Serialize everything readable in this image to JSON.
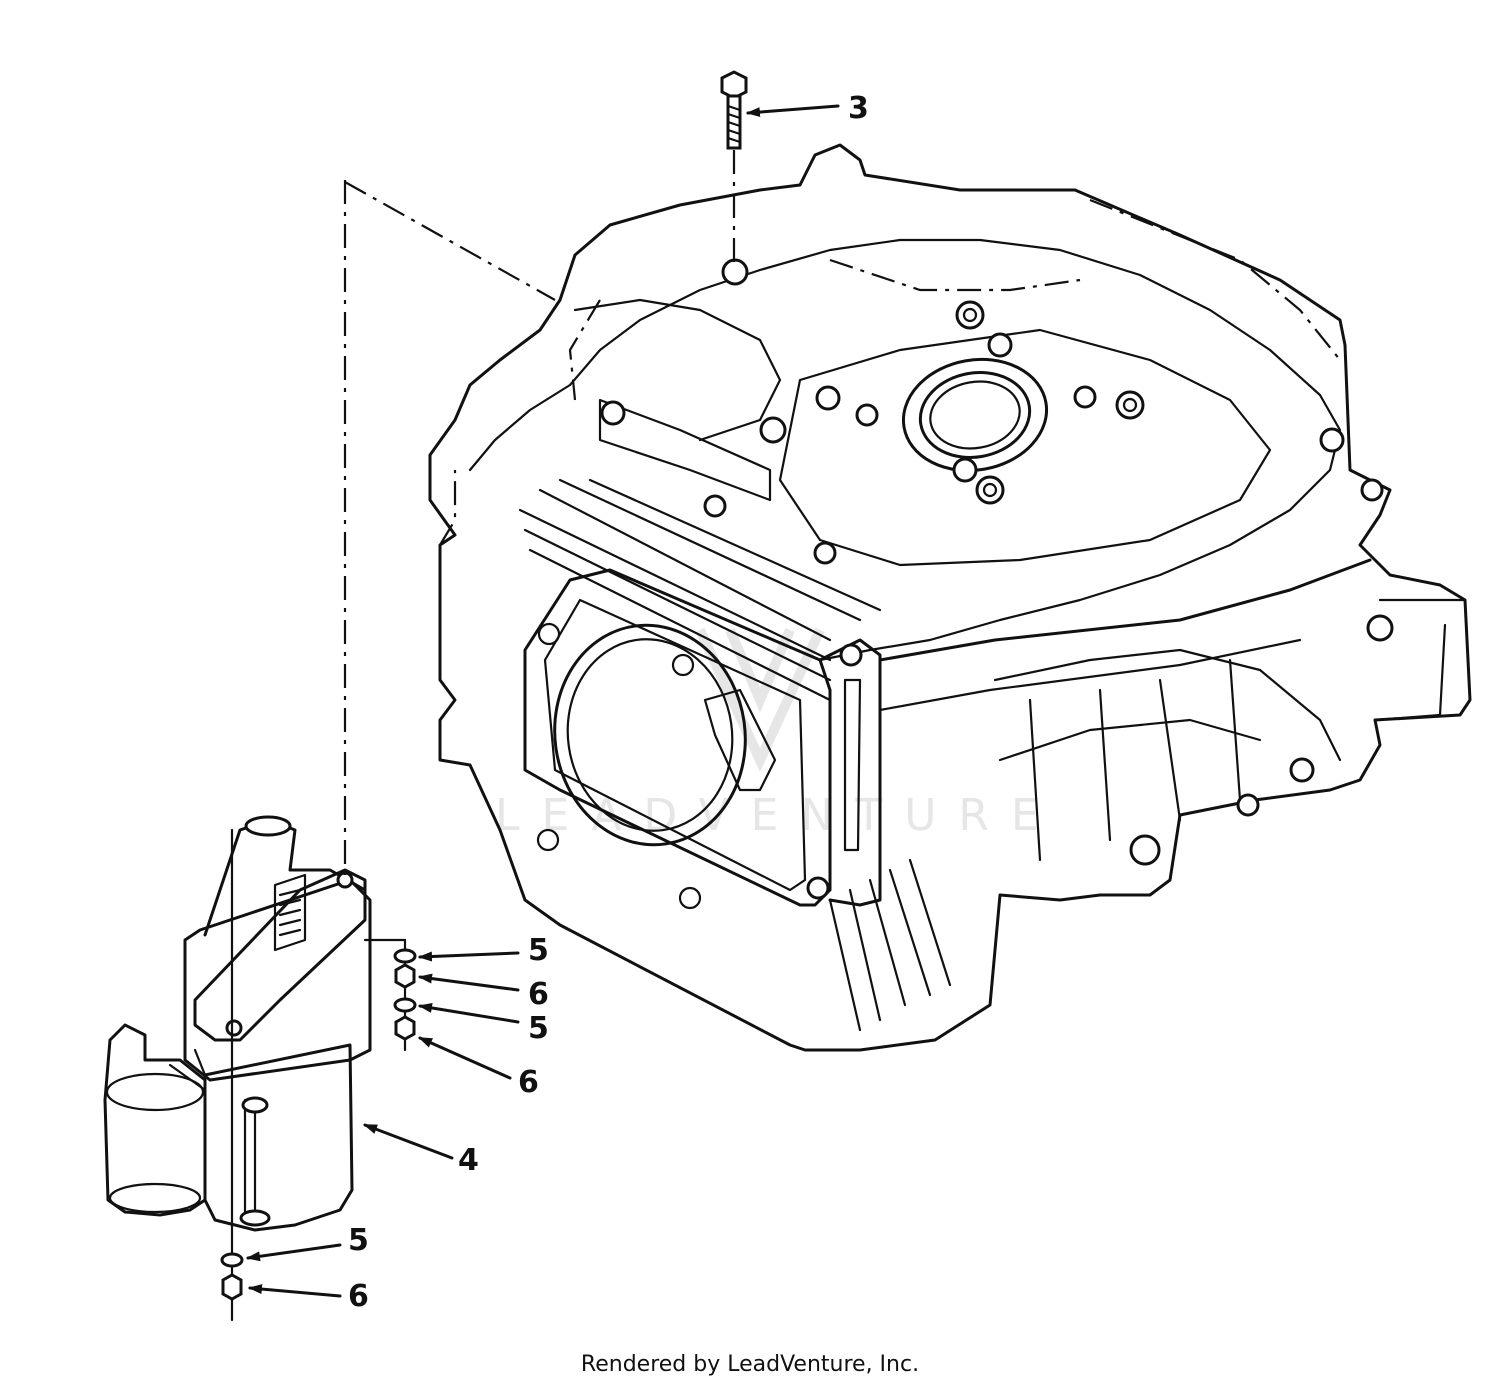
{
  "callouts": [
    {
      "id": "c3",
      "label": "3"
    },
    {
      "id": "c5a",
      "label": "5"
    },
    {
      "id": "c6a",
      "label": "6"
    },
    {
      "id": "c5b",
      "label": "5"
    },
    {
      "id": "c6b",
      "label": "6"
    },
    {
      "id": "c4",
      "label": "4"
    },
    {
      "id": "c5c",
      "label": "5"
    },
    {
      "id": "c6c",
      "label": "6"
    }
  ],
  "watermark": "LEADVENTURE",
  "footer": {
    "credit": "Rendered by LeadVenture, Inc."
  }
}
